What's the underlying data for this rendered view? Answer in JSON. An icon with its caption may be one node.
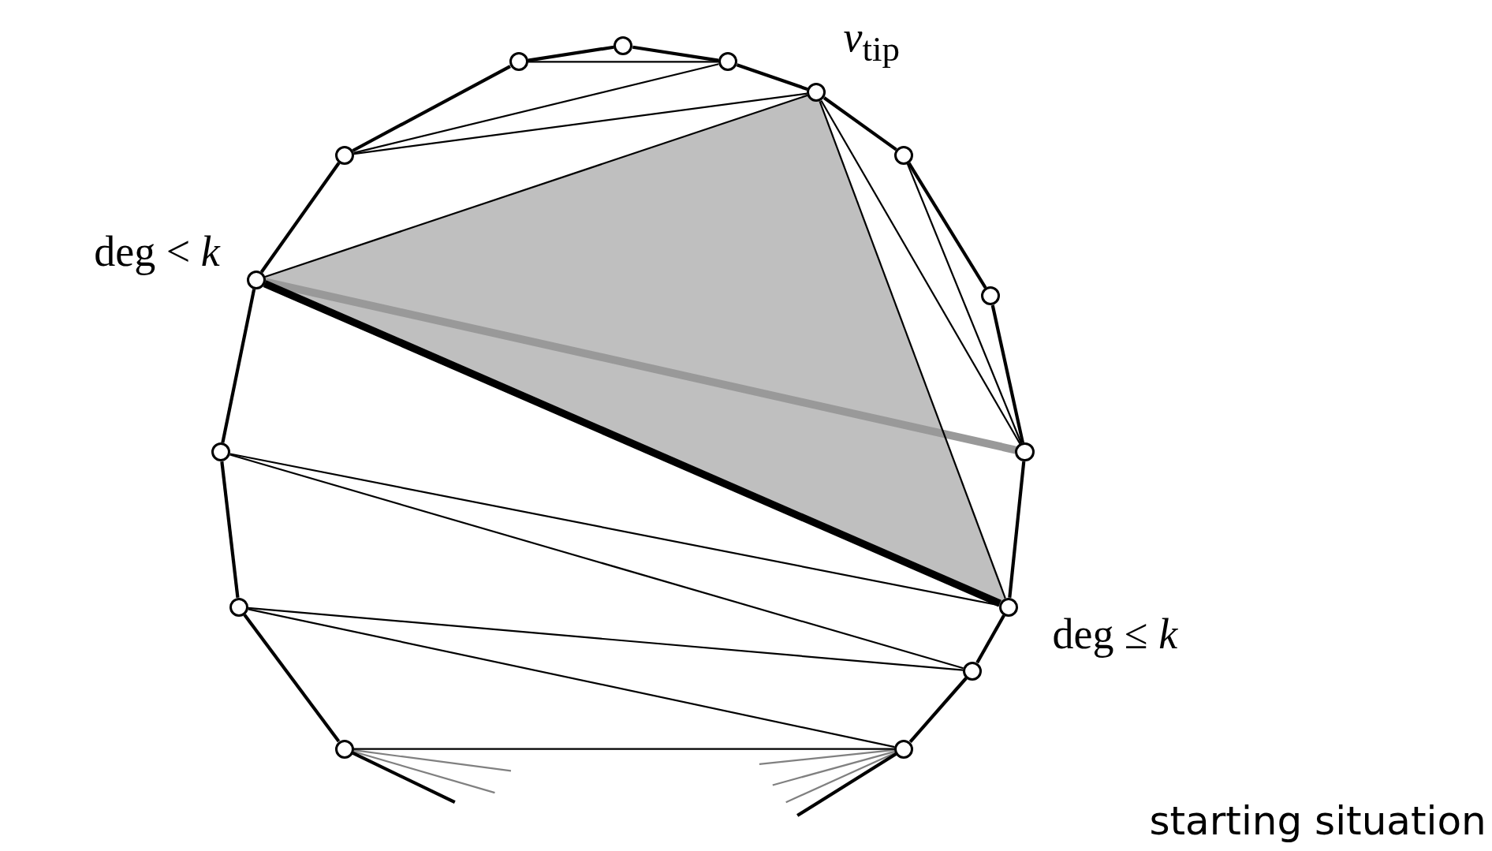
{
  "diagram": {
    "caption": "starting situation",
    "nodes": [
      {
        "text": [],
        "shape": "circle"
      },
      {
        "text": [],
        "shape": "circle"
      },
      {
        "text": [],
        "shape": "circle"
      },
      {
        "text": [],
        "shape": "circle",
        "beside": [
          "*v*$_{tip}$"
        ]
      },
      {
        "text": [],
        "shape": "circle"
      },
      {
        "text": [],
        "shape": "circle"
      },
      {
        "text": [],
        "shape": "circle",
        "beside": [
          "deg < *k*"
        ]
      },
      {
        "text": [],
        "shape": "circle"
      },
      {
        "text": [],
        "shape": "circle"
      },
      {
        "text": [],
        "shape": "circle"
      },
      {
        "text": [],
        "shape": "circle"
      },
      {
        "text": [],
        "shape": "circle",
        "beside": [
          "deg ≤ *k*"
        ]
      },
      {
        "text": [],
        "shape": "circle"
      },
      {
        "text": [],
        "shape": "circle"
      },
      {
        "text": [],
        "shape": "circle"
      }
    ],
    "edges": [
      {
        "from": 1,
        "to": 0,
        "arrow": "none"
      },
      {
        "from": 0,
        "to": 2,
        "arrow": "none"
      },
      {
        "from": 2,
        "to": 3,
        "arrow": "none"
      },
      {
        "from": 3,
        "to": 5,
        "arrow": "none"
      },
      {
        "from": 5,
        "to": 7,
        "arrow": "none"
      },
      {
        "from": 7,
        "to": 9,
        "arrow": "none"
      },
      {
        "from": 9,
        "to": 11,
        "arrow": "none"
      },
      {
        "from": 11,
        "to": 12,
        "arrow": "none"
      },
      {
        "from": 12,
        "to": 14,
        "arrow": "none"
      },
      {
        "from": 13,
        "to": 10,
        "arrow": "none"
      },
      {
        "from": 10,
        "to": 8,
        "arrow": "none"
      },
      {
        "from": 8,
        "to": 6,
        "arrow": "none"
      },
      {
        "from": 6,
        "to": 4,
        "arrow": "none"
      },
      {
        "from": 4,
        "to": 1,
        "arrow": "none"
      },
      {
        "from": 1,
        "to": 2,
        "arrow": "none"
      },
      {
        "from": 4,
        "to": 2,
        "arrow": "none"
      },
      {
        "from": 4,
        "to": 3,
        "arrow": "none"
      },
      {
        "from": 6,
        "to": 3,
        "arrow": "none"
      },
      {
        "from": 3,
        "to": 9,
        "arrow": "none"
      },
      {
        "from": 3,
        "to": 11,
        "arrow": "none"
      },
      {
        "from": 5,
        "to": 9,
        "arrow": "none"
      },
      {
        "from": 8,
        "to": 11,
        "arrow": "none"
      },
      {
        "from": 8,
        "to": 12,
        "arrow": "none"
      },
      {
        "from": 10,
        "to": 12,
        "arrow": "none"
      },
      {
        "from": 10,
        "to": 14,
        "arrow": "none"
      },
      {
        "from": 13,
        "to": 14,
        "arrow": "none"
      },
      {
        "from": 6,
        "to": 11,
        "arrow": "none",
        "style": "thick"
      },
      {
        "from": 6,
        "to": 9,
        "arrow": "none",
        "style": "thick",
        "color": "#999999"
      },
      {
        "from": 13,
        "to": null,
        "arrow": "none"
      },
      {
        "from": 13,
        "to": null,
        "arrow": "none",
        "color": "#808080"
      },
      {
        "from": 13,
        "to": null,
        "arrow": "none",
        "color": "#808080"
      },
      {
        "from": 14,
        "to": null,
        "arrow": "none"
      },
      {
        "from": 14,
        "to": null,
        "arrow": "none",
        "color": "#808080"
      },
      {
        "from": 14,
        "to": null,
        "arrow": "none",
        "color": "#808080"
      },
      {
        "from": 14,
        "to": null,
        "arrow": "none",
        "color": "#808080"
      }
    ]
  }
}
